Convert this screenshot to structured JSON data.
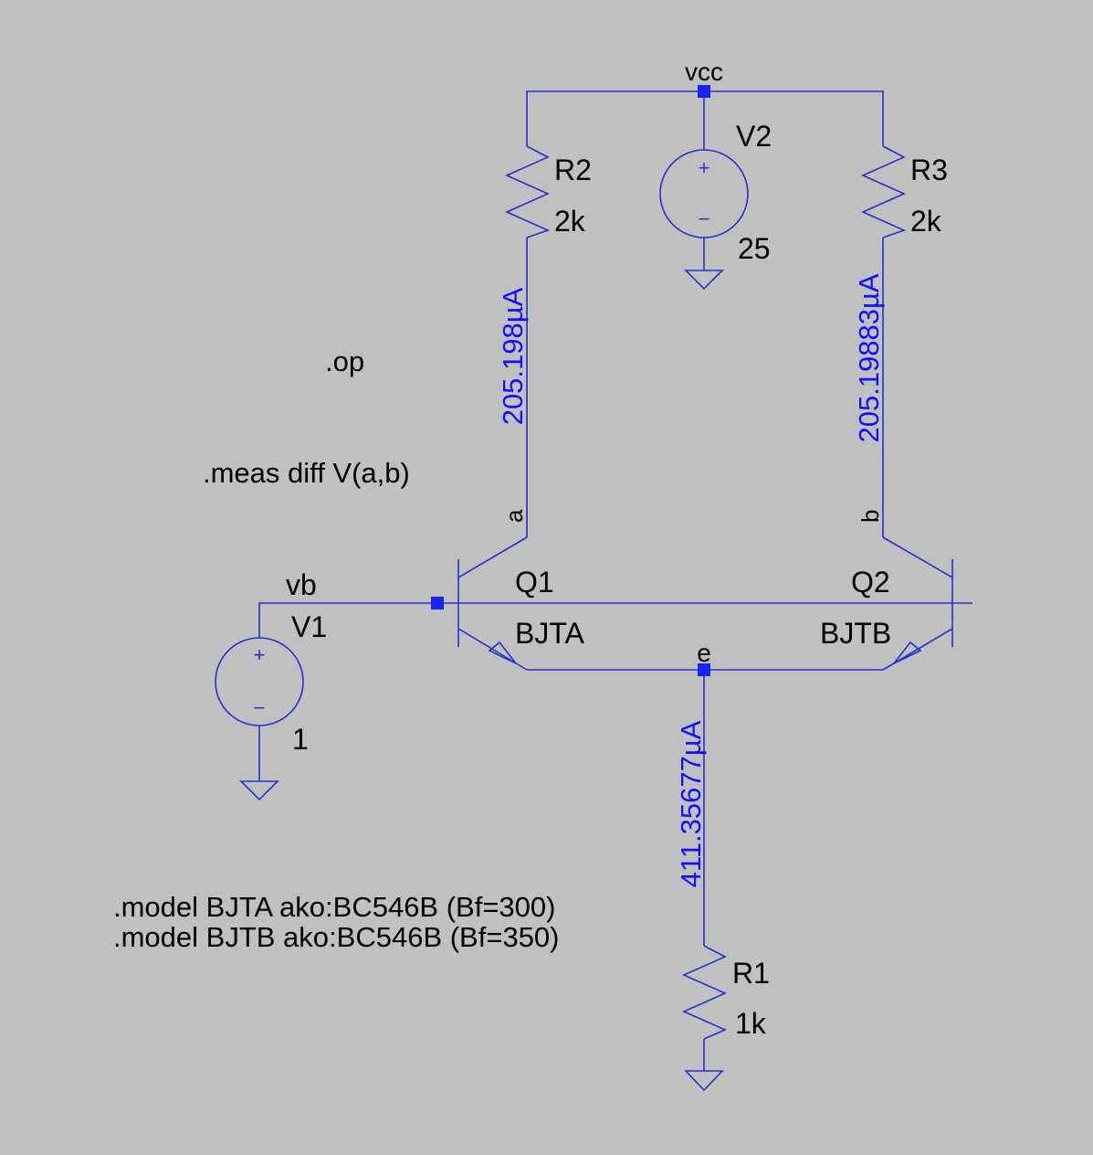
{
  "nets": {
    "vcc": "vcc",
    "vb": "vb",
    "a": "a",
    "b": "b",
    "e": "e"
  },
  "components": {
    "R2": {
      "name": "R2",
      "value": "2k"
    },
    "R3": {
      "name": "R3",
      "value": "2k"
    },
    "R1": {
      "name": "R1",
      "value": "1k"
    },
    "V2": {
      "name": "V2",
      "value": "25",
      "plus": "+",
      "minus": "−"
    },
    "V1": {
      "name": "V1",
      "value": "1",
      "plus": "+",
      "minus": "−"
    },
    "Q1": {
      "name": "Q1",
      "model": "BJTA"
    },
    "Q2": {
      "name": "Q2",
      "model": "BJTB"
    }
  },
  "currents": {
    "r2": "205.198µA",
    "r3": "205.19883µA",
    "r1": "411.35677µA"
  },
  "directives": {
    "op": ".op",
    "meas": ".meas diff V(a,b)",
    "model1": ".model BJTA ako:BC546B (Bf=300)",
    "model2": ".model BJTB ako:BC546B (Bf=350)"
  },
  "colors": {
    "background": "#c0c0c0",
    "wire": "#2233cc",
    "node": "#1a22ee",
    "current_annotation": "#1010ff",
    "text": "#000000"
  }
}
